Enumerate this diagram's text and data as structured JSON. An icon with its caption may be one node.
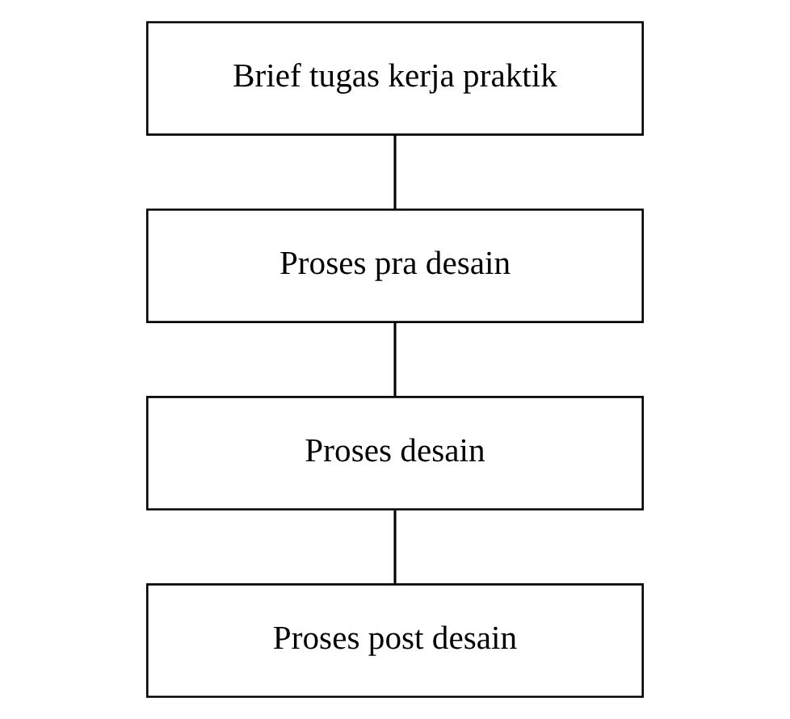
{
  "diagram": {
    "nodes": [
      {
        "text": [
          "Brief tugas kerja praktik"
        ]
      },
      {
        "text": [
          "Proses pra desain"
        ]
      },
      {
        "text": [
          "Proses desain"
        ]
      },
      {
        "text": [
          "Proses post desain"
        ]
      }
    ],
    "edges": [
      {
        "from": 0,
        "to": 1,
        "arrow": "none"
      },
      {
        "from": 1,
        "to": 2,
        "arrow": "none"
      },
      {
        "from": 2,
        "to": 3,
        "arrow": "none"
      }
    ]
  }
}
